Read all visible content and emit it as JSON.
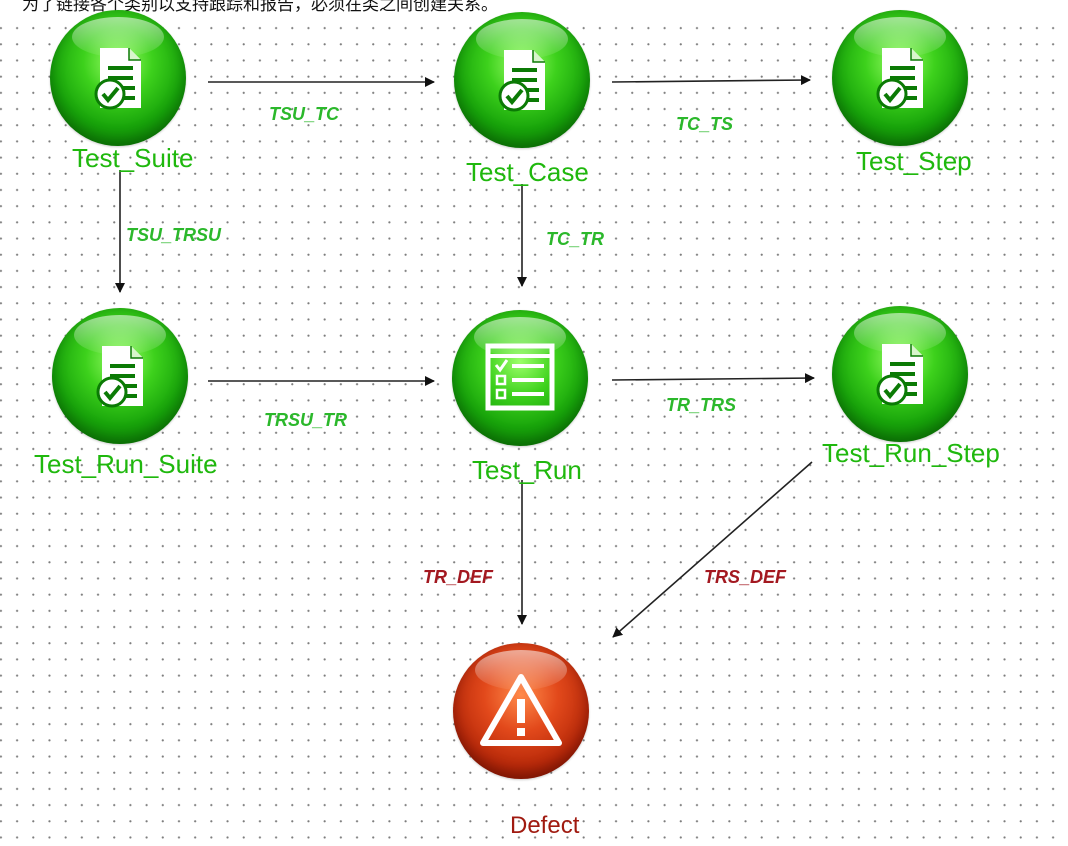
{
  "caption": "为了链接各个类别以支持跟踪和报告，必须在类之间创建关系。",
  "nodes": {
    "test_suite": {
      "label": "Test_Suite",
      "icon": "document-check-icon"
    },
    "test_case": {
      "label": "Test_Case",
      "icon": "document-check-icon"
    },
    "test_step": {
      "label": "Test_Step",
      "icon": "document-check-icon"
    },
    "test_run_suite": {
      "label": "Test_Run_Suite",
      "icon": "document-check-icon"
    },
    "test_run": {
      "label": "Test_Run",
      "icon": "checklist-icon"
    },
    "test_run_step": {
      "label": "Test_Run_Step",
      "icon": "document-check-icon"
    },
    "defect": {
      "label": "Defect",
      "icon": "warning-icon"
    }
  },
  "edges": {
    "tsu_tc": {
      "label": "TSU_TC",
      "from": "Test_Suite",
      "to": "Test_Case"
    },
    "tc_ts": {
      "label": "TC_TS",
      "from": "Test_Case",
      "to": "Test_Step"
    },
    "tsu_trsu": {
      "label": "TSU_TRSU",
      "from": "Test_Suite",
      "to": "Test_Run_Suite"
    },
    "tc_tr": {
      "label": "TC_TR",
      "from": "Test_Case",
      "to": "Test_Run"
    },
    "trsu_tr": {
      "label": "TRSU_TR",
      "from": "Test_Run_Suite",
      "to": "Test_Run"
    },
    "tr_trs": {
      "label": "TR_TRS",
      "from": "Test_Run",
      "to": "Test_Run_Step"
    },
    "tr_def": {
      "label": "TR_DEF",
      "from": "Test_Run",
      "to": "Defect"
    },
    "trs_def": {
      "label": "TRS_DEF",
      "from": "Test_Run_Step",
      "to": "Defect"
    }
  },
  "colors": {
    "node_green": "#1fb80d",
    "node_red": "#b92a0a",
    "edge_label_green": "#2bb82b",
    "edge_label_red": "#a31820"
  }
}
